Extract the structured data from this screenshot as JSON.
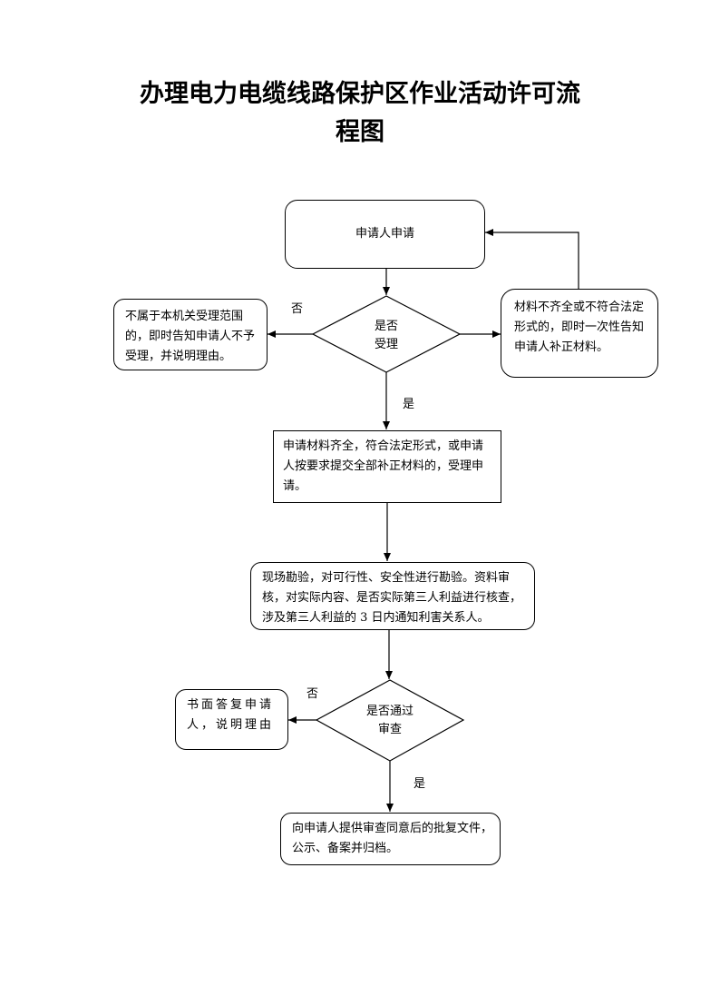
{
  "title": {
    "line1": "办理电力电缆线路保护区作业活动许可流",
    "line2": "程图"
  },
  "nodes": {
    "apply": "申请人申请",
    "decision1_line1": "是否",
    "decision1_line2": "受理",
    "reject_box": "不属于本机关受理范围的，即时告知申请人不予受理，并说明理由。",
    "supplement_box": "材料不齐全或不符合法定形式的，即时一次性告知申请人补正材料。",
    "accept_box": "申请材料齐全，符合法定形式，或申请人按要求提交全部补正材料的，受理申请。",
    "survey_box": "现场勘验，对可行性、安全性进行勘验。资料审核，对实际内容、是否实际第三人利益进行核查，涉及第三人利益的 3 日内通知利害关系人。",
    "decision2_line1": "是否通过",
    "decision2_line2": "审查",
    "written_reply_box": "书面答复申请人，说明理由",
    "final_box": "向申请人提供审查同意后的批复文件，公示、备案并归档。"
  },
  "labels": {
    "no1": "否",
    "yes1": "是",
    "no2": "否",
    "yes2": "是"
  }
}
